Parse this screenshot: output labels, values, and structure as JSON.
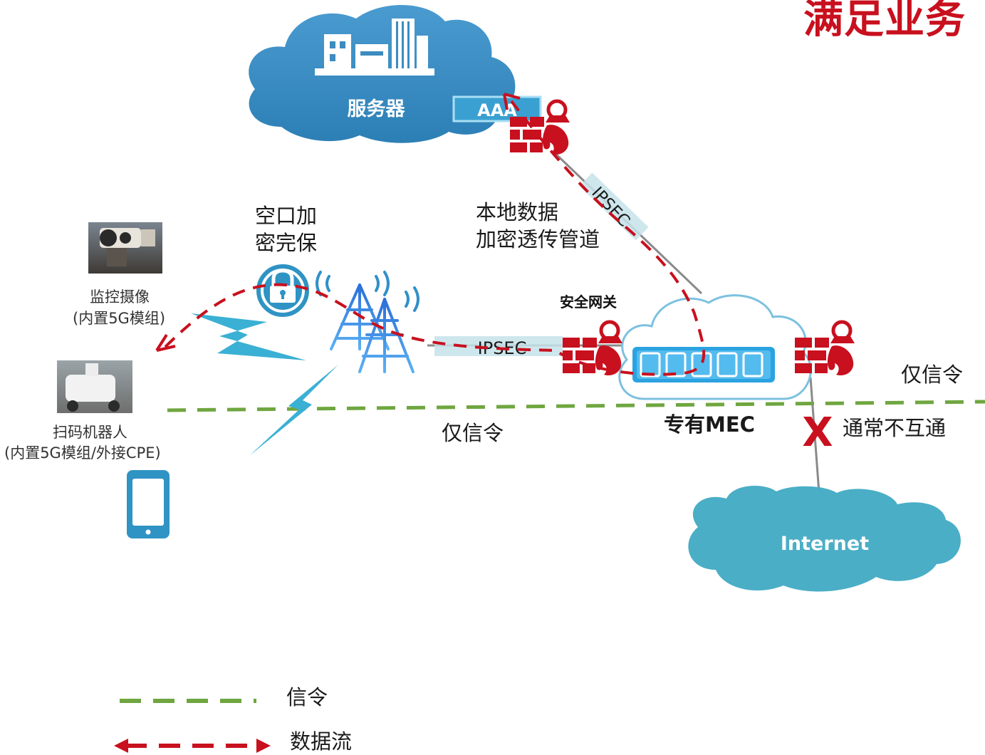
{
  "title": "满足业务",
  "server": {
    "label": "服务器",
    "aaa": "AAA"
  },
  "ipsec_top": "IPSEC",
  "ipsec_mid": "IPSEC",
  "local_data": {
    "line1": "本地数据",
    "line2": "加密透传管道"
  },
  "air": {
    "line1": "空口加",
    "line2": "密完保"
  },
  "gateway": "安全网关",
  "mec": "专有MEC",
  "camera": {
    "line1": "监控摄像",
    "line2": "(内置5G模组)"
  },
  "robot": {
    "line1": "扫码机器人",
    "line2": "(内置5G模组/外接CPE)"
  },
  "signal_left": "仅信令",
  "signal_right": "仅信令",
  "no_connect": "通常不互通",
  "x_mark": "X",
  "internet": "Internet",
  "legend": {
    "signal": "信令",
    "dataflow": "数据流"
  },
  "colors": {
    "red": "#c8101e",
    "blue": "#3190c8",
    "green": "#6fa640",
    "cloud": "#3c8cbf",
    "internet": "#4aaec6"
  }
}
